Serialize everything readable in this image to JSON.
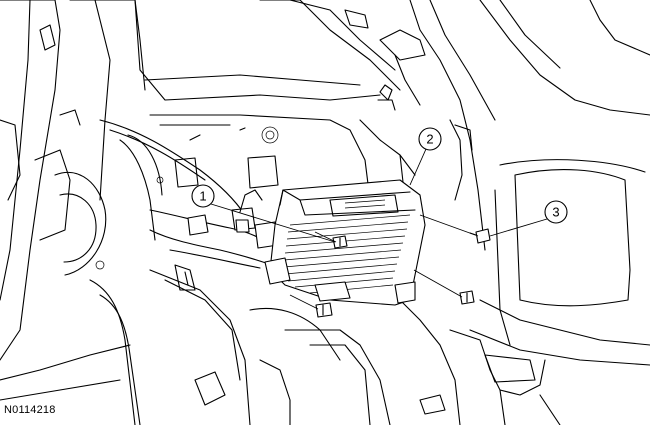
{
  "figure_id": "N0114218",
  "callouts": [
    {
      "label": "1"
    },
    {
      "label": "2"
    },
    {
      "label": "3"
    }
  ]
}
